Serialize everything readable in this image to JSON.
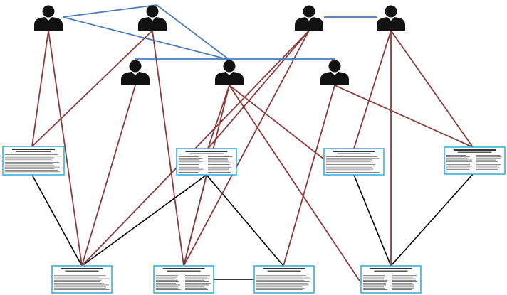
{
  "colors": {
    "author_to_paper": "#8b3a3a",
    "coauthor": "#4a7ab8",
    "citation": "#000000",
    "paper_border": "#3ab0d8",
    "person": "#111111"
  },
  "icons": {
    "author": "person-silhouette-icon"
  },
  "authors": [
    {
      "id": "a1"
    },
    {
      "id": "a2"
    },
    {
      "id": "a3"
    },
    {
      "id": "a4"
    },
    {
      "id": "a5"
    },
    {
      "id": "a6"
    },
    {
      "id": "a7"
    }
  ],
  "papers": [
    {
      "id": "p1"
    },
    {
      "id": "p2"
    },
    {
      "id": "p3"
    },
    {
      "id": "p4"
    },
    {
      "id": "p5"
    },
    {
      "id": "p6"
    },
    {
      "id": "p7"
    },
    {
      "id": "p8"
    }
  ],
  "edges": {
    "coauthor": [
      [
        "a1",
        "a2"
      ],
      [
        "a1",
        "a6"
      ],
      [
        "a2",
        "a6"
      ],
      [
        "a3",
        "a4"
      ],
      [
        "a5",
        "a7"
      ]
    ],
    "authorship": [
      [
        "a1",
        "p1"
      ],
      [
        "a1",
        "p5"
      ],
      [
        "a2",
        "p1"
      ],
      [
        "a2",
        "p6"
      ],
      [
        "a3",
        "p2"
      ],
      [
        "a3",
        "p5"
      ],
      [
        "a4",
        "p3"
      ],
      [
        "a4",
        "p4"
      ],
      [
        "a4",
        "p8"
      ],
      [
        "a5",
        "p5"
      ],
      [
        "a6",
        "p2"
      ],
      [
        "a6",
        "p3"
      ],
      [
        "a6",
        "p6"
      ],
      [
        "a6",
        "p8"
      ],
      [
        "a7",
        "p4"
      ],
      [
        "a7",
        "p7"
      ],
      [
        "a3",
        "p6"
      ]
    ],
    "citation": [
      [
        "p1",
        "p5"
      ],
      [
        "p2",
        "p5"
      ],
      [
        "p2",
        "p6"
      ],
      [
        "p2",
        "p7"
      ],
      [
        "p3",
        "p8"
      ],
      [
        "p4",
        "p8"
      ],
      [
        "p6",
        "p7"
      ]
    ]
  }
}
